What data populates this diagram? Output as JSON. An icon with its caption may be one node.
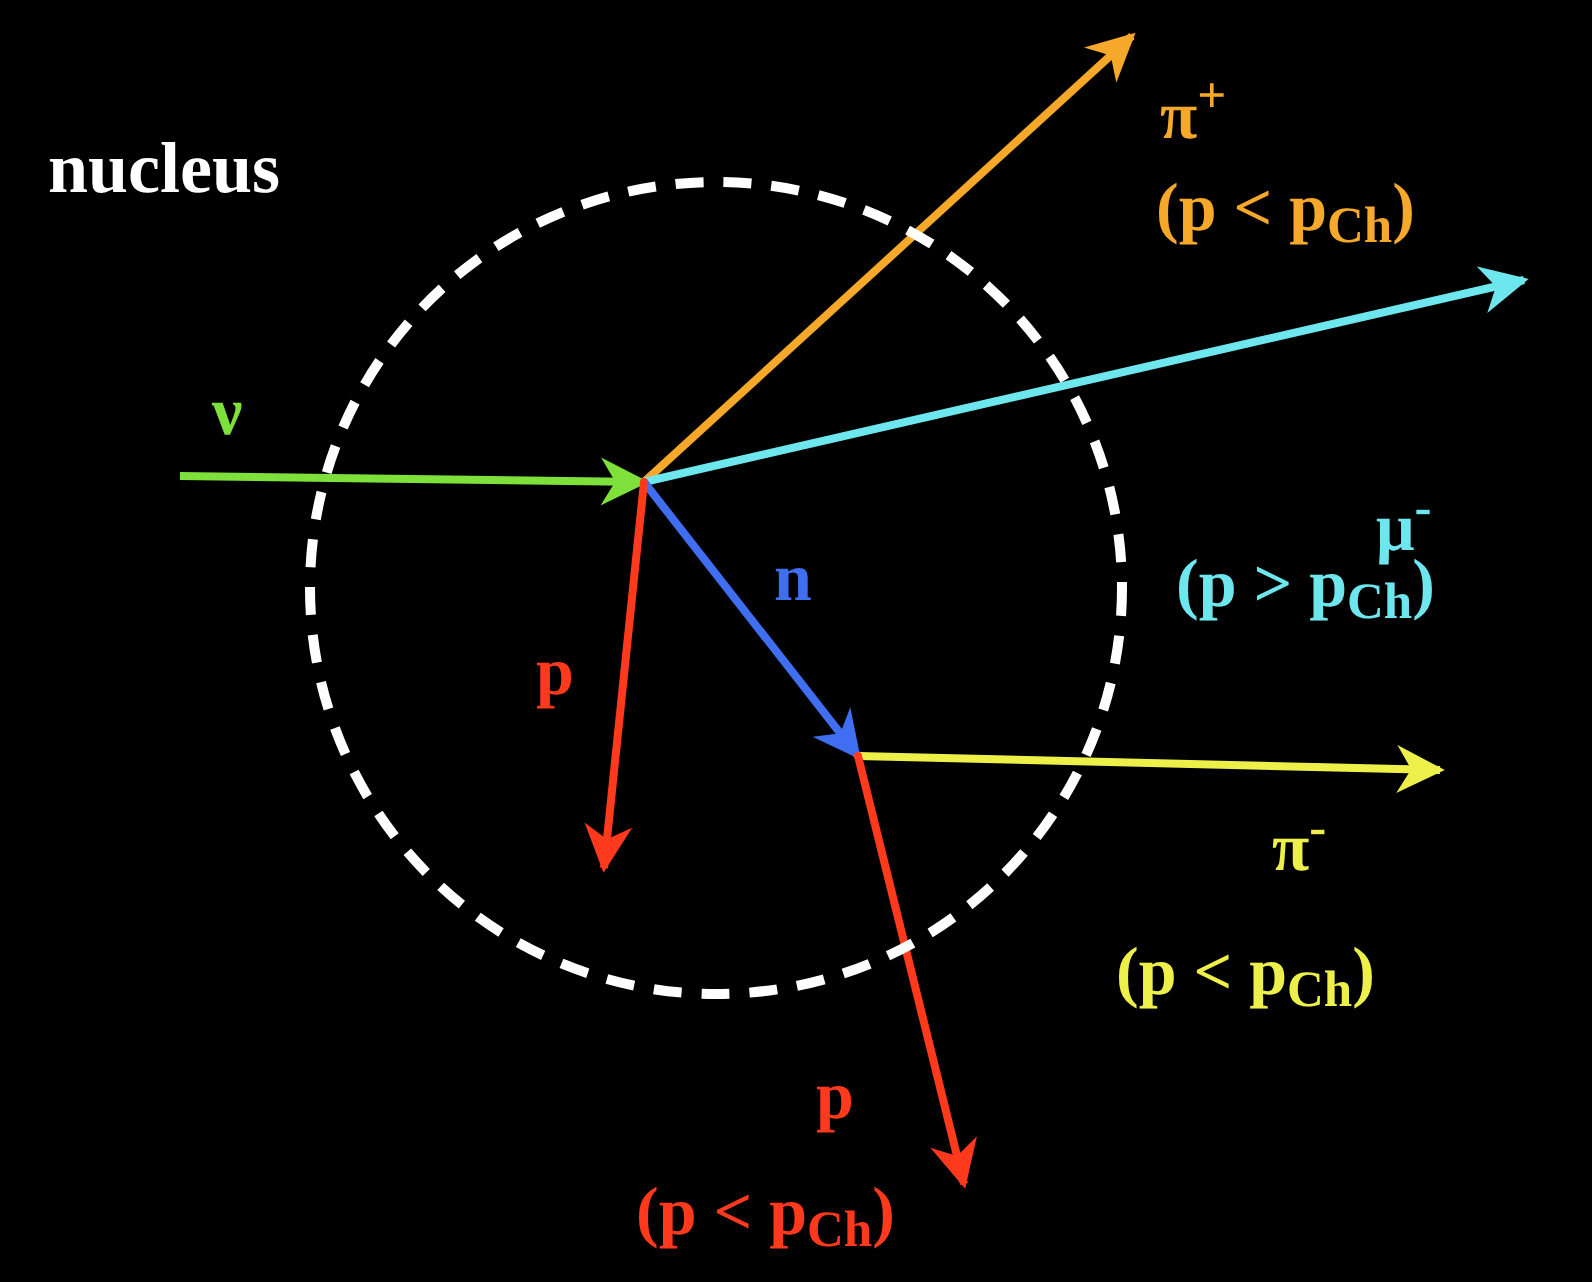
{
  "diagram": {
    "nodes": [
      {
        "text": [
          "nucleus"
        ]
      },
      {
        "text": [],
        "shape": "point",
        "in": 0
      },
      {
        "text": [],
        "shape": "point",
        "in": 0
      }
    ],
    "edges": [
      {
        "from": null,
        "to": 1,
        "arrow": "to",
        "label": "ν",
        "color": "#7ee03a"
      },
      {
        "from": 1,
        "to": null,
        "arrow": "to",
        "label": "π$^{+}$",
        "color": "#f5a82a"
      },
      {
        "from": 1,
        "to": null,
        "arrow": "to",
        "label": "μ$^{-}$",
        "color": "#6ee6ee"
      },
      {
        "from": 1,
        "to": 2,
        "arrow": "to",
        "label": "n",
        "color": "#3f6ff0"
      },
      {
        "from": 1,
        "to": null,
        "arrow": "to",
        "label": "p",
        "color": "#ff3a1c"
      },
      {
        "from": 2,
        "to": null,
        "arrow": "to",
        "label": "π$^{-}$",
        "color": "#eef04a"
      },
      {
        "from": 2,
        "to": null,
        "arrow": "to",
        "label": "p",
        "color": "#ff3a1c"
      }
    ],
    "labels": [
      "(p < p$_{Ch}$)",
      "(p > p$_{Ch}$)",
      "(p < p$_{Ch}$)",
      "(p < p$_{Ch}$)"
    ]
  }
}
